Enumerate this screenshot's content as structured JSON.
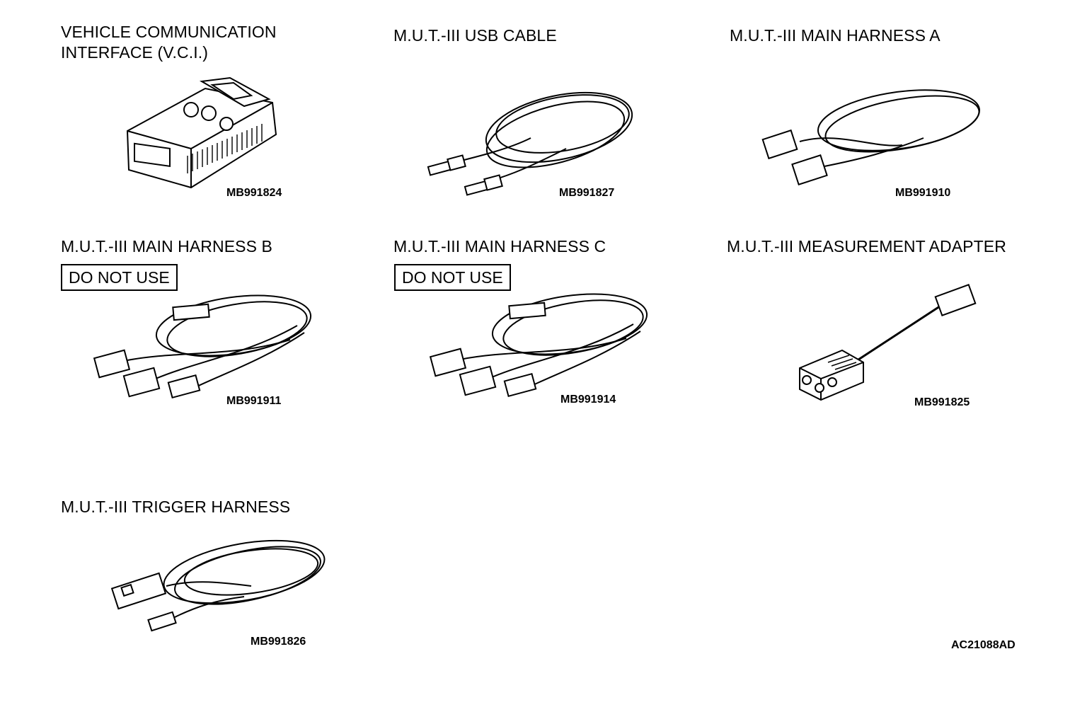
{
  "items": [
    {
      "title": "VEHICLE COMMUNICATION\nINTERFACE (V.C.I.)",
      "part": "MB991824"
    },
    {
      "title": "M.U.T.-III USB CABLE",
      "part": "MB991827"
    },
    {
      "title": "M.U.T.-III MAIN HARNESS A",
      "part": "MB991910"
    },
    {
      "title": "M.U.T.-III MAIN HARNESS B",
      "part": "MB991911",
      "badge": "DO NOT USE"
    },
    {
      "title": "M.U.T.-III MAIN HARNESS C",
      "part": "MB991914",
      "badge": "DO NOT USE"
    },
    {
      "title": "M.U.T.-III MEASUREMENT ADAPTER",
      "part": "MB991825"
    },
    {
      "title": "M.U.T.-III TRIGGER HARNESS",
      "part": "MB991826"
    }
  ],
  "figure_ref": "AC21088AD"
}
